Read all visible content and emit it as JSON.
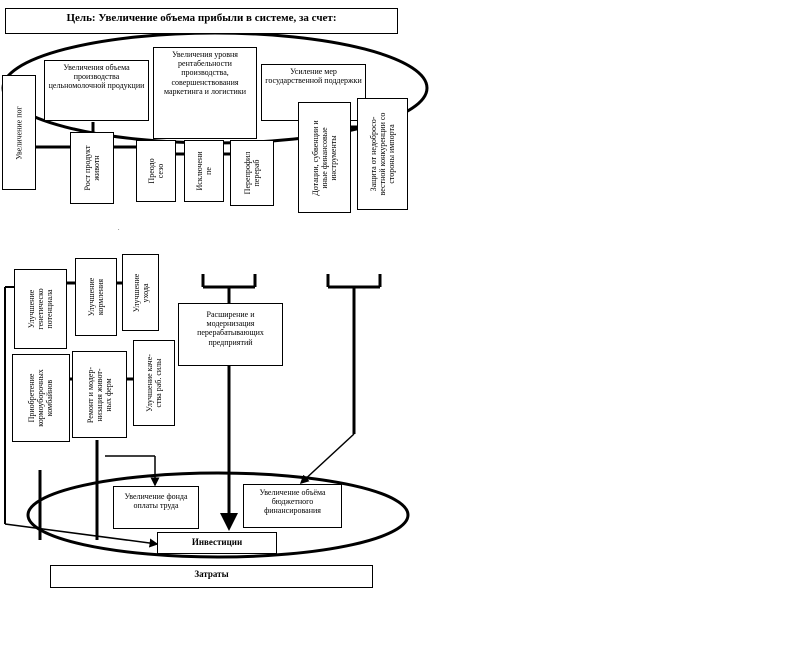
{
  "goal": "Цель: Увеличение объема прибыли в системе, за счет:",
  "top_boxes": {
    "dairy_volume": "Увеличения объема производства цельномолочной продукции",
    "profitability": "Увеличения уровня рентабельности производства, совершенствования маркетинга и логистики",
    "gov_support": "Усиление мер государственной поддержки"
  },
  "vertical_top": {
    "inc_livestock": "Увеличение пог",
    "milk_growth": "Рост продукт\nживотн",
    "season": "Преодо\nсезо",
    "exclusion": "Исключени\nпе",
    "processing": "Перепрофил\nперераб",
    "subsidies": "Дотации, субвенции и\nиные финансовые\nинструменты",
    "protection": "Защита от недобросо-\nвестной конкуренции со\nстороны импорта"
  },
  "vertical_bottom": {
    "genetics": "Улучшение\nгенетическо\nпотенциала",
    "feeding": "Улучшение\nкормления",
    "care": "Улучшение\nухода",
    "harvesters": "Приобретение\nкормоуборочных\nкомбайнов",
    "farms": "Ремонт и модер-\nнизация живот-\nных ферм",
    "workforce": "Улучшение каче-\nства раб. силы"
  },
  "modernization": "Расширение и модернизация перерабатывающих предприятий",
  "wage_fund": "Увеличение фонда оплаты труда",
  "budget": "Увеличение объёма бюджетного финансирования",
  "investments": "Инвестиции",
  "costs": "Затраты"
}
